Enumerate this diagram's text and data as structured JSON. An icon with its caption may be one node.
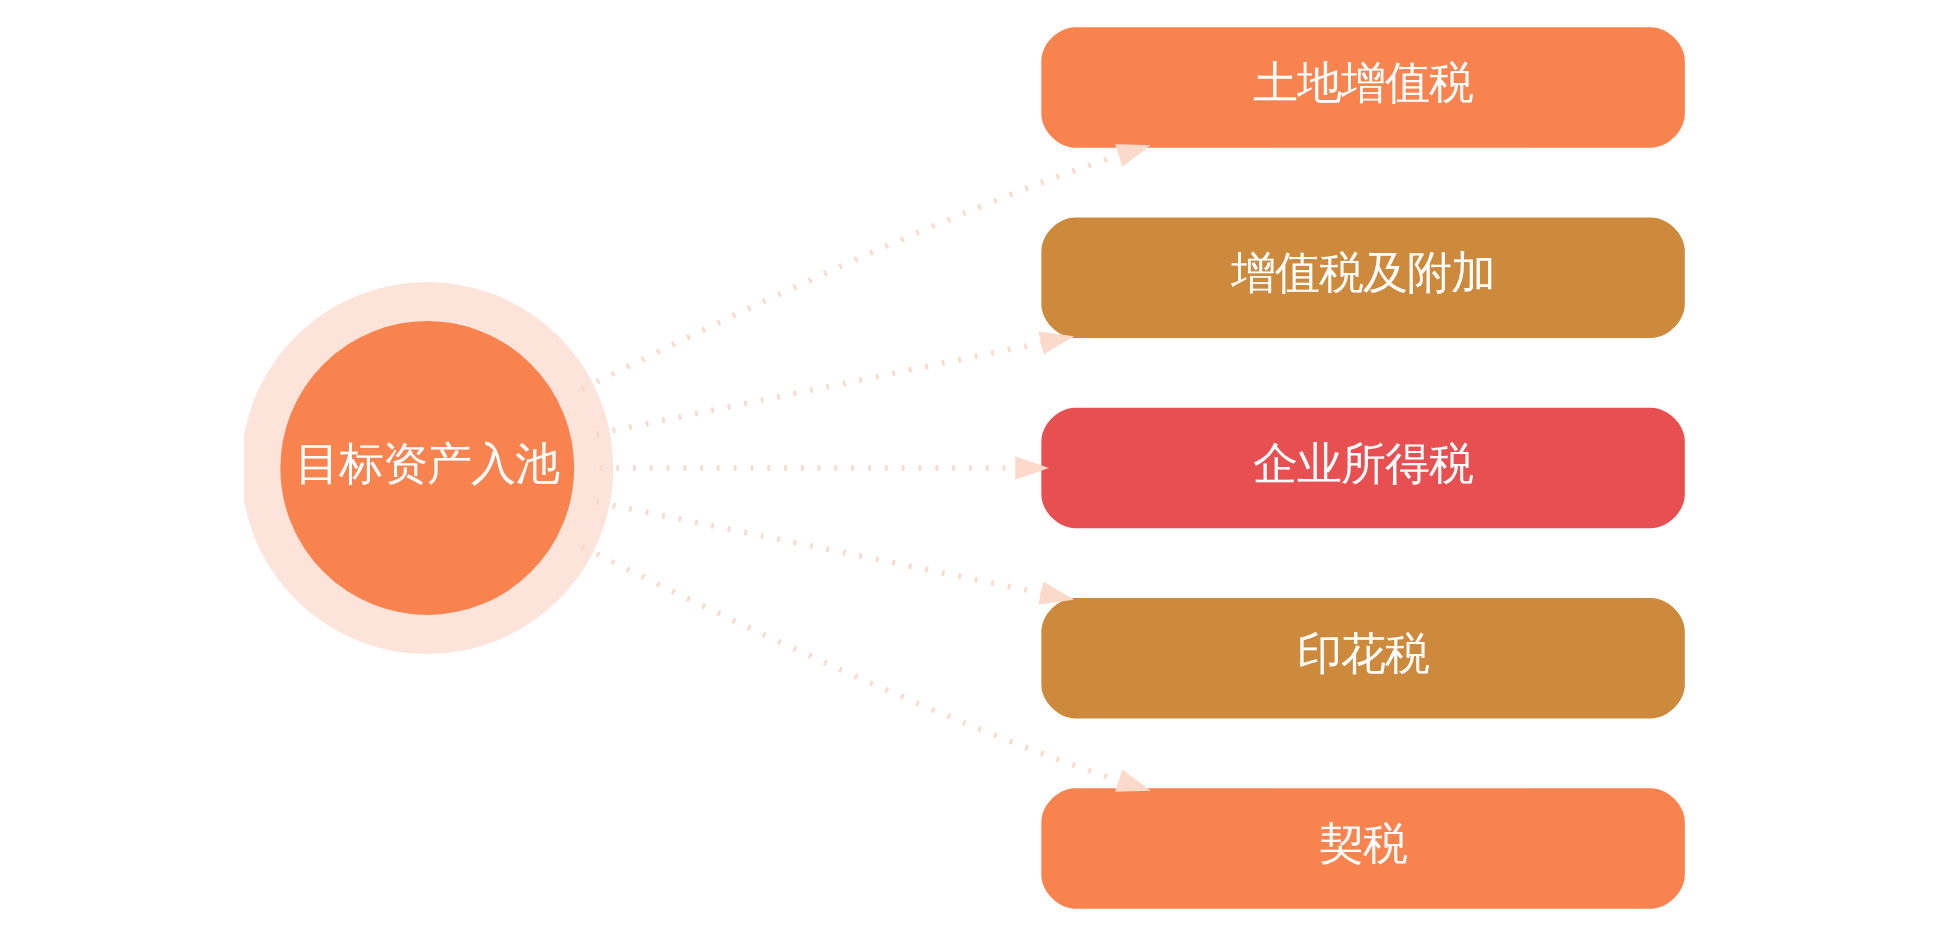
{
  "diagram": {
    "nodes": [
      {
        "text": [
          "目标资产入池"
        ]
      },
      {
        "text": [
          "土地增值税"
        ]
      },
      {
        "text": [
          "增值税及附加"
        ]
      },
      {
        "text": [
          "企业所得税"
        ]
      },
      {
        "text": [
          "印花税"
        ]
      },
      {
        "text": [
          "契税"
        ]
      }
    ],
    "edges": [
      {
        "from": 0,
        "to": 1,
        "arrow": "to",
        "style": "dashed"
      },
      {
        "from": 0,
        "to": 2,
        "arrow": "to",
        "style": "dashed"
      },
      {
        "from": 0,
        "to": 3,
        "arrow": "to",
        "style": "dashed"
      },
      {
        "from": 0,
        "to": 4,
        "arrow": "to",
        "style": "dashed"
      },
      {
        "from": 0,
        "to": 5,
        "arrow": "to",
        "style": "dashed"
      }
    ]
  }
}
